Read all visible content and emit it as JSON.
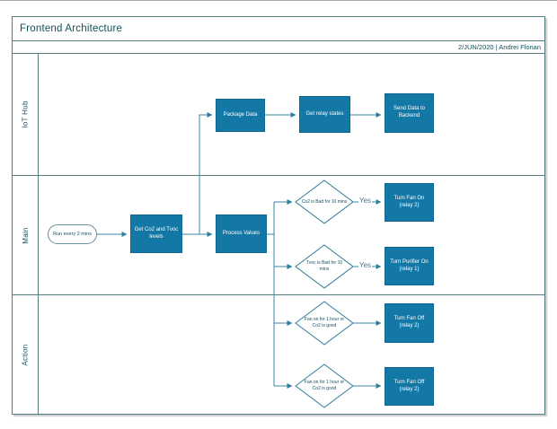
{
  "header": {
    "title": "Frontend Architecture",
    "date_author": "2/JUN/2020 | Andrei Florian"
  },
  "lanes": [
    {
      "label": "IoT Hub"
    },
    {
      "label": "Main"
    },
    {
      "label": "Action"
    }
  ],
  "nodes": {
    "start": {
      "label": "Run every 2 mins",
      "type": "start"
    },
    "package_data": {
      "label": "Package Data",
      "type": "process"
    },
    "get_relay_states": {
      "label": "Get relay states",
      "type": "process"
    },
    "send_data_backend": {
      "label": "Send Data to Backend",
      "type": "process"
    },
    "get_co2_tvoc": {
      "label": "Get Co2 and Tvoc levels",
      "type": "process"
    },
    "process_values": {
      "label": "Process Values",
      "type": "process"
    },
    "co2_bad_check": {
      "label": "Co2 is Bad for 10 mins",
      "type": "decision"
    },
    "tvoc_bad_check": {
      "label": "Tvoc is Bad for 10 mins",
      "type": "decision"
    },
    "fan_on_check_1": {
      "label": "Fan on for 1 hour or Co2 is good",
      "type": "decision"
    },
    "fan_on_check_2": {
      "label": "Fan on for 1 hour or Co2 is good",
      "type": "decision"
    },
    "turn_fan_on": {
      "label": "Turn Fan On (relay 2)",
      "type": "process"
    },
    "turn_purifier_on": {
      "label": "Turn Purifier On (relay 1)",
      "type": "process"
    },
    "turn_fan_off_1": {
      "label": "Turn Fan Off (relay 2)",
      "type": "process"
    },
    "turn_fan_off_2": {
      "label": "Turn Fan Off (relay 2)",
      "type": "process"
    }
  },
  "edge_labels": {
    "yes_co2": "Yes",
    "yes_tvoc": "Yes"
  },
  "colors": {
    "shape_fill": "#1478a6",
    "shape_text": "#ffffff",
    "connector": "#2f7e9d",
    "frame_border": "#557e80",
    "heading_text": "#155058"
  }
}
